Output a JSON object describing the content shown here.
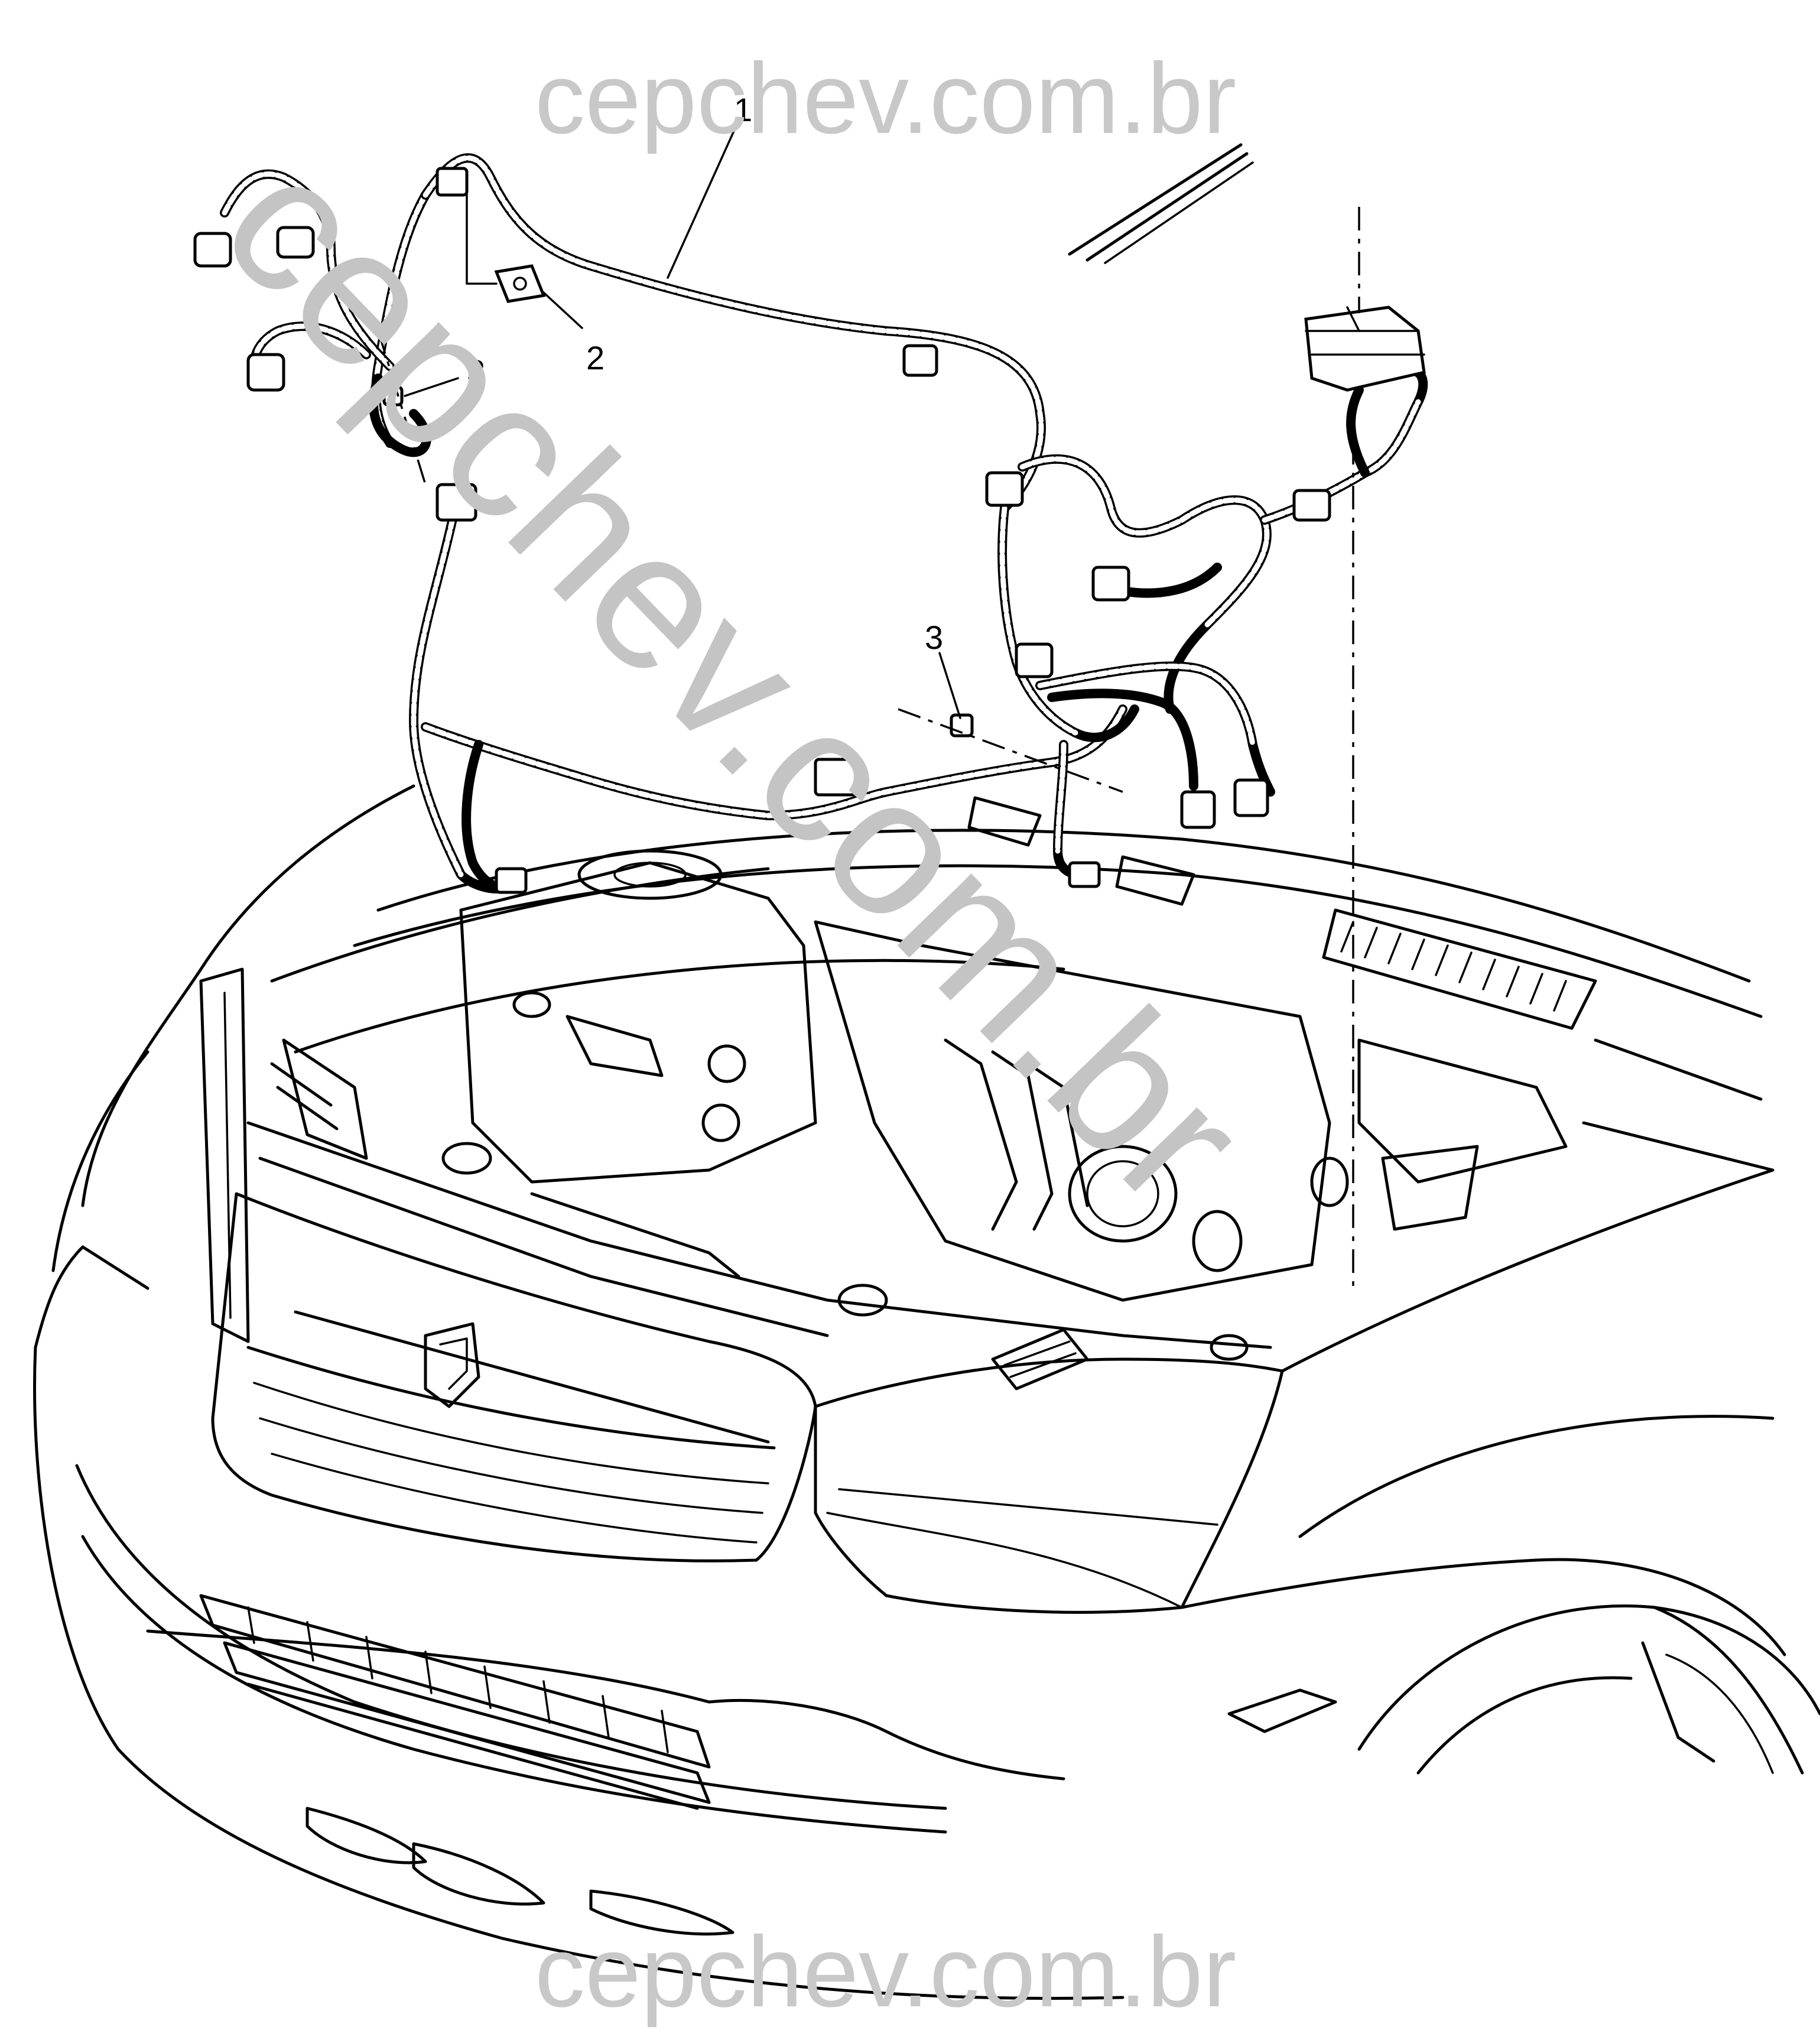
{
  "watermark": {
    "top": "cepchev.com.br",
    "bottom": "cepchev.com.br",
    "diagonal": "cepchev.com.br"
  },
  "callouts": [
    {
      "id": "1",
      "label": "1"
    },
    {
      "id": "2",
      "label": "2"
    },
    {
      "id": "3a",
      "label": "3"
    },
    {
      "id": "3b",
      "label": "3"
    }
  ]
}
